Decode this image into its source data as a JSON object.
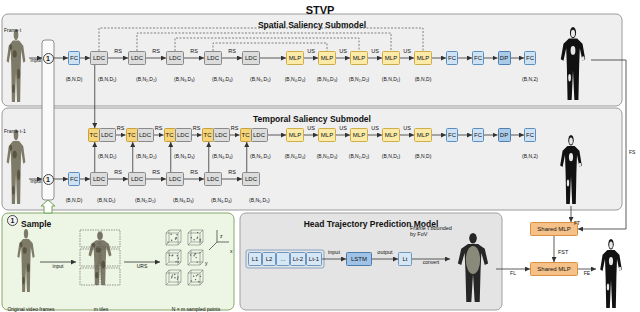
{
  "diagram": {
    "title": "STVP",
    "nodes": [
      {
        "text": [
          "Spatial Saliency Submodel"
        ]
      },
      {
        "text": [
          "1"
        ],
        "in": 0
      },
      {
        "text": [
          "FC"
        ],
        "in": 0
      },
      {
        "text": [
          "LDC"
        ],
        "in": 0
      },
      {
        "text": [
          "LDC"
        ],
        "in": 0
      },
      {
        "text": [
          "LDC"
        ],
        "in": 0
      },
      {
        "text": [
          "LDC"
        ],
        "in": 0
      },
      {
        "text": [
          "LDC"
        ],
        "in": 0
      },
      {
        "text": [
          "MLP"
        ],
        "in": 0
      },
      {
        "text": [
          "MLP"
        ],
        "in": 0
      },
      {
        "text": [
          "MLP"
        ],
        "in": 0
      },
      {
        "text": [
          "MLP"
        ],
        "in": 0
      },
      {
        "text": [
          "MLP"
        ],
        "in": 0
      },
      {
        "text": [
          "FC"
        ],
        "in": 0
      },
      {
        "text": [
          "FC"
        ],
        "in": 0
      },
      {
        "text": [
          "DP"
        ],
        "in": 0
      },
      {
        "text": [
          "FC"
        ],
        "in": 0
      },
      {
        "text": [
          "Temporal Saliency Submodel"
        ]
      },
      {
        "text": [
          "TC"
        ],
        "in": 17
      },
      {
        "text": [
          "LDC"
        ],
        "in": 17
      },
      {
        "text": [
          "TC"
        ],
        "in": 17
      },
      {
        "text": [
          "LDC"
        ],
        "in": 17
      },
      {
        "text": [
          "TC"
        ],
        "in": 17
      },
      {
        "text": [
          "LDC"
        ],
        "in": 17
      },
      {
        "text": [
          "TC"
        ],
        "in": 17
      },
      {
        "text": [
          "LDC"
        ],
        "in": 17
      },
      {
        "text": [
          "TC"
        ],
        "in": 17
      },
      {
        "text": [
          "LDC"
        ],
        "in": 17
      },
      {
        "text": [
          "MLP"
        ],
        "in": 17
      },
      {
        "text": [
          "MLP"
        ],
        "in": 17
      },
      {
        "text": [
          "MLP"
        ],
        "in": 17
      },
      {
        "text": [
          "MLP"
        ],
        "in": 17
      },
      {
        "text": [
          "MLP"
        ],
        "in": 17
      },
      {
        "text": [
          "FC"
        ],
        "in": 17
      },
      {
        "text": [
          "FC"
        ],
        "in": 17
      },
      {
        "text": [
          "DP"
        ],
        "in": 17
      },
      {
        "text": [
          "FC"
        ],
        "in": 17
      },
      {
        "text": [
          "1"
        ],
        "in": 17
      },
      {
        "text": [
          "FC"
        ],
        "in": 17
      },
      {
        "text": [
          "LDC"
        ],
        "in": 17
      },
      {
        "text": [
          "LDC"
        ],
        "in": 17
      },
      {
        "text": [
          "LDC"
        ],
        "in": 17
      },
      {
        "text": [
          "LDC"
        ],
        "in": 17
      },
      {
        "text": [
          "LDC"
        ],
        "in": 17
      },
      {
        "text": [
          "Sample"
        ]
      },
      {
        "text": [
          "1"
        ],
        "in": 44
      },
      {
        "text": [
          "Head Trajectory Prediction Model"
        ]
      },
      {
        "text": [
          "L1"
        ],
        "in": 46
      },
      {
        "text": [
          "L2"
        ],
        "in": 46
      },
      {
        "text": [
          "..."
        ],
        "in": 46
      },
      {
        "text": [
          "Lt-2"
        ],
        "in": 46
      },
      {
        "text": [
          "Lt-1"
        ],
        "in": 46
      },
      {
        "text": [
          "LSTM"
        ],
        "in": 46
      },
      {
        "text": [
          "Lt"
        ],
        "in": 46
      },
      {
        "text": [
          "Shared MLP"
        ]
      },
      {
        "text": [
          "Shared MLP"
        ]
      }
    ],
    "edges": [
      {
        "from": 1,
        "to": 2,
        "arrow": "to"
      },
      {
        "from": 2,
        "to": 3,
        "arrow": "to"
      },
      {
        "from": 3,
        "to": 4,
        "label": "RS",
        "arrow": "to"
      },
      {
        "from": 4,
        "to": 5,
        "label": "RS",
        "arrow": "to"
      },
      {
        "from": 5,
        "to": 6,
        "label": "RS",
        "arrow": "to"
      },
      {
        "from": 6,
        "to": 7,
        "label": "RS",
        "arrow": "to"
      },
      {
        "from": 7,
        "to": 8,
        "arrow": "to"
      },
      {
        "from": 8,
        "to": 9,
        "label": "US",
        "arrow": "to"
      },
      {
        "from": 9,
        "to": 10,
        "label": "US",
        "arrow": "to"
      },
      {
        "from": 10,
        "to": 11,
        "label": "US",
        "arrow": "to"
      },
      {
        "from": 11,
        "to": 12,
        "label": "US",
        "arrow": "to"
      },
      {
        "from": 12,
        "to": 13,
        "arrow": "to"
      },
      {
        "from": 13,
        "to": 14,
        "arrow": "to"
      },
      {
        "from": 14,
        "to": 15,
        "arrow": "to"
      },
      {
        "from": 15,
        "to": 16,
        "arrow": "to"
      },
      {
        "from": 3,
        "to": 12,
        "arrow": "none"
      },
      {
        "from": 4,
        "to": 11,
        "arrow": "none"
      },
      {
        "from": 5,
        "to": 10,
        "arrow": "none"
      },
      {
        "from": 6,
        "to": 9,
        "arrow": "none"
      },
      {
        "from": 3,
        "to": 18,
        "arrow": "to"
      },
      {
        "from": 19,
        "to": 20,
        "label": "RS",
        "arrow": "to"
      },
      {
        "from": 21,
        "to": 22,
        "label": "RS",
        "arrow": "to"
      },
      {
        "from": 23,
        "to": 24,
        "label": "RS",
        "arrow": "to"
      },
      {
        "from": 25,
        "to": 26,
        "label": "RS",
        "arrow": "to"
      },
      {
        "from": 27,
        "to": 28,
        "arrow": "to"
      },
      {
        "from": 28,
        "to": 29,
        "label": "US",
        "arrow": "to"
      },
      {
        "from": 29,
        "to": 30,
        "label": "US",
        "arrow": "to"
      },
      {
        "from": 30,
        "to": 31,
        "label": "US",
        "arrow": "to"
      },
      {
        "from": 31,
        "to": 32,
        "label": "US",
        "arrow": "to"
      },
      {
        "from": 32,
        "to": 33,
        "arrow": "to"
      },
      {
        "from": 33,
        "to": 34,
        "arrow": "to"
      },
      {
        "from": 34,
        "to": 35,
        "arrow": "to"
      },
      {
        "from": 35,
        "to": 36,
        "arrow": "to"
      },
      {
        "from": 37,
        "to": 38,
        "arrow": "to"
      },
      {
        "from": 38,
        "to": 39,
        "arrow": "to"
      },
      {
        "from": 39,
        "to": 40,
        "label": "RS",
        "arrow": "to"
      },
      {
        "from": 40,
        "to": 41,
        "label": "RS",
        "arrow": "to"
      },
      {
        "from": 41,
        "to": 42,
        "label": "RS",
        "arrow": "to"
      },
      {
        "from": 42,
        "to": 43,
        "label": "RS",
        "arrow": "to"
      },
      {
        "from": 39,
        "to": 18,
        "arrow": "to"
      },
      {
        "from": 40,
        "to": 20,
        "arrow": "to"
      },
      {
        "from": 41,
        "to": 22,
        "arrow": "to"
      },
      {
        "from": 42,
        "to": 24,
        "arrow": "to"
      },
      {
        "from": 43,
        "to": 26,
        "arrow": "to"
      },
      {
        "from": 51,
        "to": 52,
        "label": "input",
        "arrow": "to"
      },
      {
        "from": 52,
        "to": 53,
        "label": "output",
        "arrow": "to"
      },
      {
        "from": 54,
        "to": 55,
        "label": "FST",
        "arrow": "to"
      }
    ],
    "labels": [
      "Frame t",
      "input",
      "(B,N,D)",
      "(B,N,D₁)",
      "(B,N₂,D₂)",
      "(B,N₃,D₃)",
      "(B,N₄,D₄)",
      "(B,N₅,D₅)",
      "(B,N₄,D₄)",
      "(B,N₃,D₃)",
      "(B,N₂,D₂)",
      "(B,N,D₁)",
      "(B,N,D)",
      "(B,N,2)",
      "FS",
      "Frame t-1",
      "input",
      "(B,N,D₁)",
      "(B,N₂,D₂)",
      "(B,N₃,D₃)",
      "(B,N₄,D₄)",
      "(B,N₅,D₅)",
      "(B,N₄,D₄)",
      "(B,N₃,D₃)",
      "(B,N₂,D₂)",
      "(B,N,D₁)",
      "(B,N,D)",
      "(B,N,2)",
      "FT",
      "(B,N,D)",
      "(B,N,D₁)",
      "(B,N₂,D₂)",
      "(B,N₃,D₃)",
      "(B,N₄,D₄)",
      "(B,N₅,D₅)",
      "Original video frames",
      "input",
      "m tiles",
      "URS",
      "N × m sampled points",
      "x",
      "y",
      "z",
      "convert",
      "Frame t bounded by FoV",
      "FL",
      "FE"
    ]
  }
}
